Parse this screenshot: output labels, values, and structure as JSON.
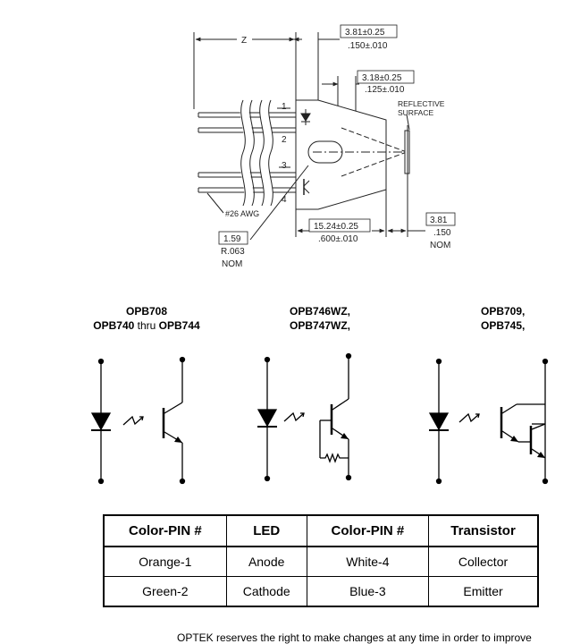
{
  "drawing": {
    "dim_z": "Z",
    "dim_top_1": [
      "3.81±0.25",
      ".150±.010"
    ],
    "dim_top_2": [
      "3.18±0.25",
      ".125±.010"
    ],
    "reflective": [
      "REFLECTIVE",
      "SURFACE"
    ],
    "pins": [
      "1",
      "2",
      "3",
      "4"
    ],
    "wire": "#26 AWG",
    "radius": [
      "1.59",
      "R.063",
      "NOM"
    ],
    "dim_bottom": [
      "15.24±0.25",
      ".600±.010"
    ],
    "dim_right": [
      "3.81",
      ".150",
      "NOM"
    ]
  },
  "schematics": {
    "left_title": {
      "line1": "OPB708",
      "line2_a": "OPB740",
      "line2_b": " thru ",
      "line2_c": "OPB744"
    },
    "mid_title": [
      "OPB746WZ,",
      "OPB747WZ,"
    ],
    "right_title": [
      "OPB709,",
      "OPB745,"
    ]
  },
  "table": {
    "headers": [
      "Color-PIN #",
      "LED",
      "Color-PIN #",
      "Transistor"
    ],
    "rows": [
      [
        "Orange-1",
        "Anode",
        "White-4",
        "Collector"
      ],
      [
        "Green-2",
        "Cathode",
        "Blue-3",
        "Emitter"
      ]
    ]
  },
  "footer": "OPTEK reserves the right to make changes at any time in order to improve"
}
